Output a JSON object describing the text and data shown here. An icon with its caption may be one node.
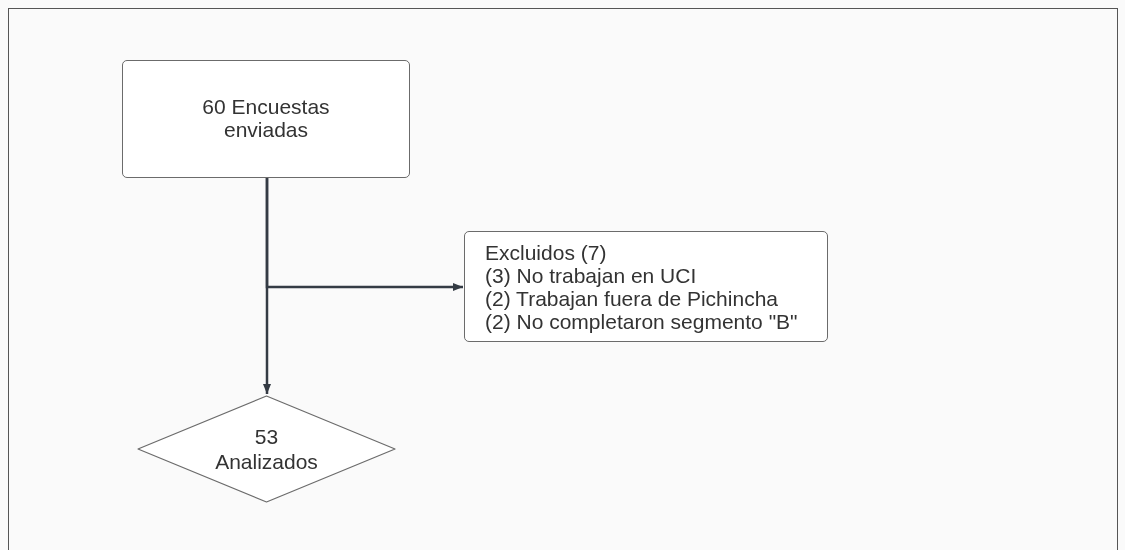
{
  "diagram": {
    "nodes": [
      {
        "text": [
          "60 Encuestas enviadas"
        ]
      },
      {
        "text": [
          "Excluidos (7)",
          "(3) No trabajan en UCI",
          "(2) Trabajan fuera de Pichincha",
          "(2) No completaron segmento \"B\""
        ]
      },
      {
        "text": [
          "53 Analizados"
        ]
      }
    ],
    "edges": [
      {
        "from": 0,
        "to": 2,
        "arrow": "to"
      },
      {
        "from": 0,
        "to": 1,
        "arrow": "to"
      }
    ]
  }
}
